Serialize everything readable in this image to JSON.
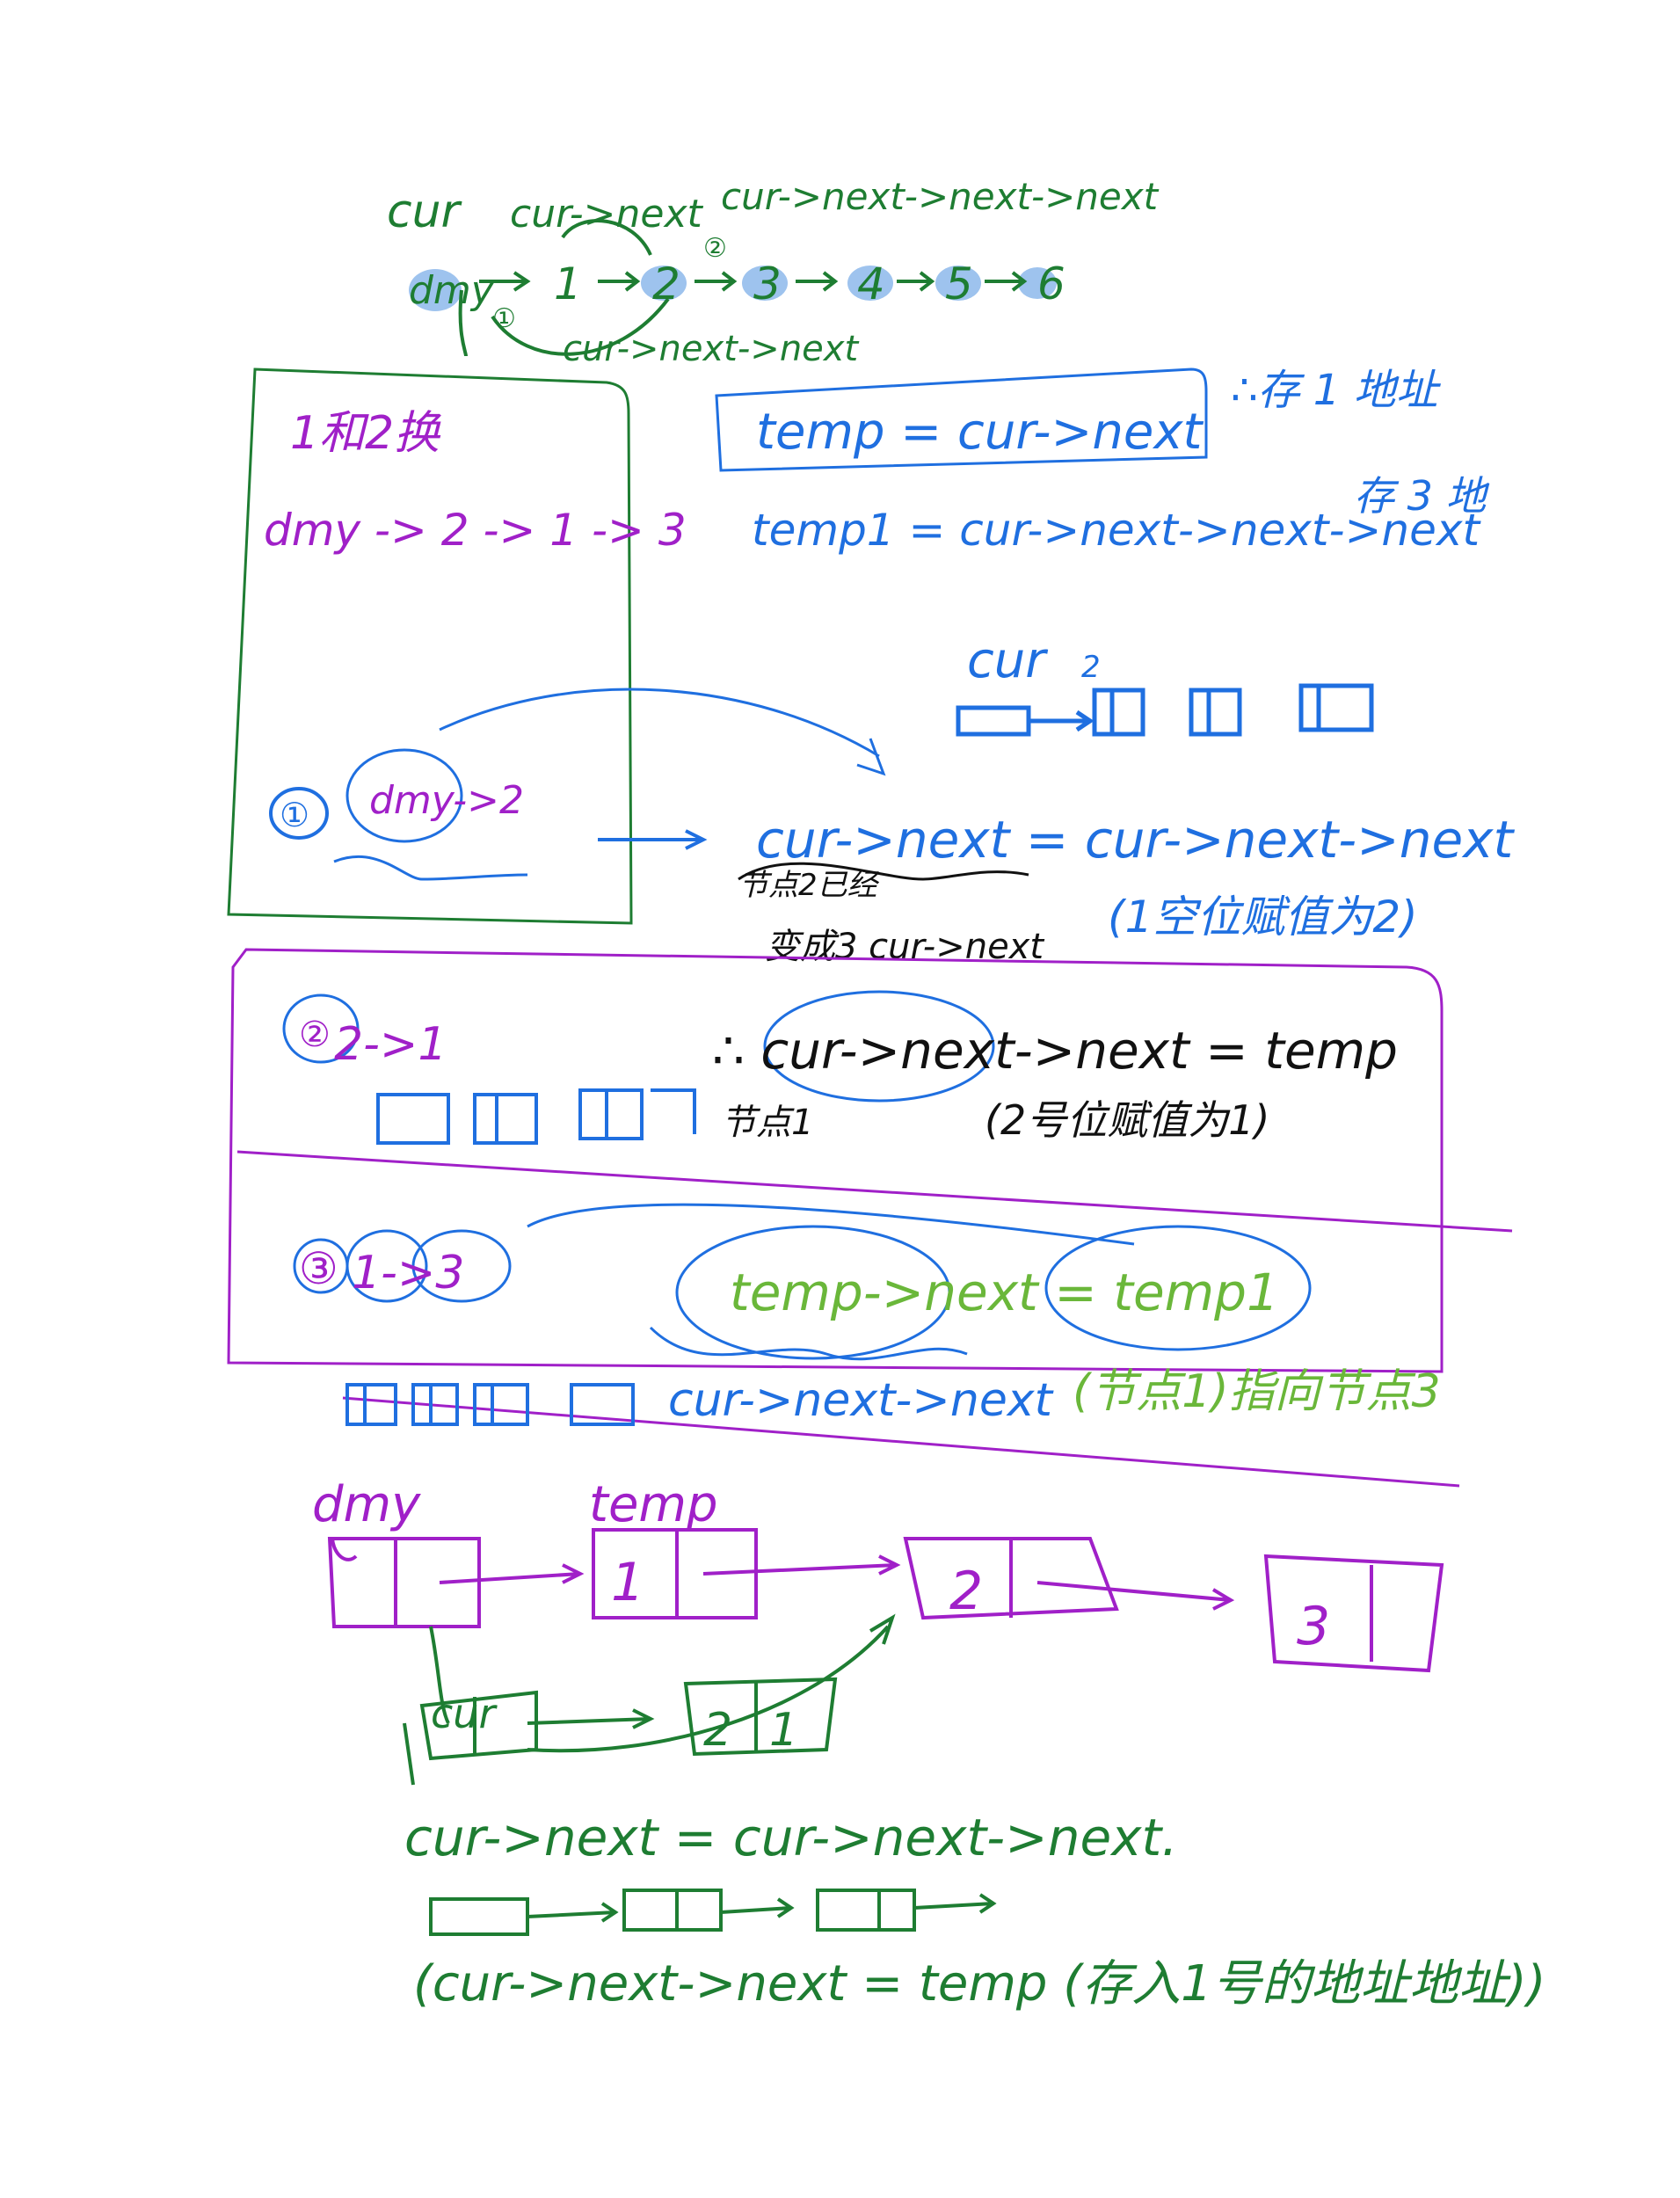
{
  "top": {
    "labels": {
      "cur": "cur",
      "cur_next": "cur->next",
      "cur_next_next_next": "cur->next->next->next",
      "cur_next_next": "cur->next->next"
    },
    "chain": [
      "dmy",
      "1",
      "2",
      "3",
      "4",
      "5",
      "6"
    ],
    "markers": [
      "①",
      "②"
    ]
  },
  "notes": {
    "temp_line": "temp = cur->next",
    "temp_note": "∴存 1 地址",
    "temp1_line": "temp1 = cur->next->next->next",
    "temp1_note": "存 3 地",
    "step_title": "1和2换",
    "step_order": "dmy -> 2 -> 1 -> 3",
    "cur_diagram_label": "cur",
    "cur_diagram_num": "2"
  },
  "step1": {
    "marker": "①",
    "label": "dmy->2",
    "code": "cur->next = cur->next->next",
    "note_a": "节点2已经",
    "note_b": "变成3 cur->next",
    "note_c": "(1空位赋值为2)"
  },
  "step2": {
    "marker": "②",
    "label": "2->1",
    "code": "∴ cur->next->next = temp",
    "note_a": "节点1",
    "note_b": "(2号位赋值为1)"
  },
  "step3": {
    "marker": "③",
    "label": "1->3",
    "code": "temp->next = temp1",
    "sub": "cur->next->next",
    "note": "(节点1)指向节点3"
  },
  "bottom": {
    "dmy": "dmy",
    "temp": "temp",
    "cur": "cur",
    "nodes": [
      "1",
      "2",
      "3"
    ],
    "swapped_nodes": [
      "2",
      "1"
    ],
    "line1": "cur->next = cur->next->next.",
    "line3": "(cur->next->next = temp (存入1号的地址地址))"
  },
  "colors": {
    "green": "#1e7d32",
    "blue": "#1f6fe0",
    "purple": "#a020c8",
    "black": "#111111",
    "light_green": "#6ab73a",
    "highlight": "#9ec3ee"
  }
}
